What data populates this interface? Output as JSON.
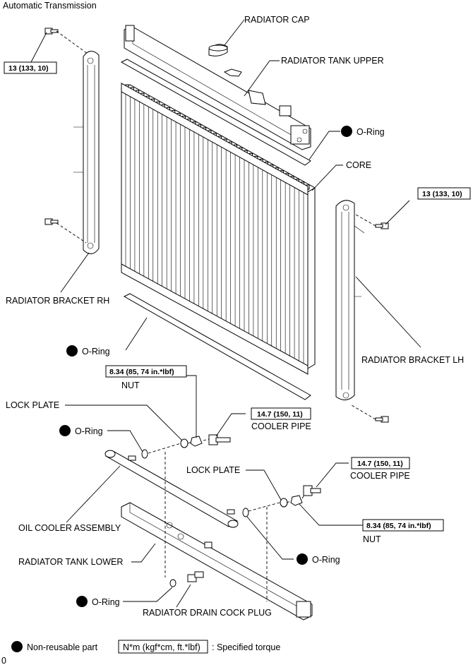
{
  "title": "Automatic Transmission",
  "labels": {
    "radiator_cap": "RADIATOR CAP",
    "radiator_tank_upper": "RADIATOR TANK UPPER",
    "o_ring_upper": "O-Ring",
    "core": "CORE",
    "radiator_bracket_rh": "RADIATOR BRACKET RH",
    "radiator_bracket_lh": "RADIATOR BRACKET LH",
    "o_ring_lower": "O-Ring",
    "nut_left": "NUT",
    "lock_plate_left": "LOCK PLATE",
    "cooler_pipe_left": "COOLER PIPE",
    "o_ring_left": "O-Ring",
    "lock_plate_right": "LOCK PLATE",
    "cooler_pipe_right": "COOLER PIPE",
    "oil_cooler_assembly": "OIL COOLER ASSEMBLY",
    "nut_right": "NUT",
    "radiator_tank_lower": "RADIATOR TANK LOWER",
    "o_ring_right": "O-Ring",
    "o_ring_drain": "O-Ring",
    "radiator_drain_cock_plug": "RADIATOR DRAIN COCK PLUG"
  },
  "torques": {
    "bracket_rh_bolt": "13 (133, 10)",
    "bracket_lh_bolt": "13 (133, 10)",
    "nut_left": "8.34 (85, 74 in.*lbf)",
    "cooler_pipe_left": "14.7 (150, 11)",
    "cooler_pipe_right": "14.7 (150, 11)",
    "nut_right": "8.34 (85, 74 in.*lbf)"
  },
  "legend": {
    "non_reusable": "Non-reusable part",
    "torque_box": "N*m (kgf*cm, ft.*lbf)",
    "specified_torque": ": Specified torque"
  },
  "figure_id": "0"
}
